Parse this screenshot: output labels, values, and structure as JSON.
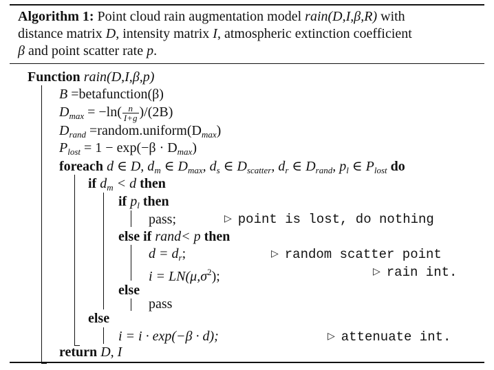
{
  "caption": {
    "label": "Algorithm 1:",
    "text_pre": "Point cloud rain augmentation model ",
    "sig": "rain(D,I,β,R)",
    "text_post": " with distance matrix ",
    "line2_a": "distance matrix ",
    "D": "D",
    "line2_b": ", intensity matrix ",
    "I": "I",
    "line2_c": ", atmospheric extinction coefficient",
    "beta": "β",
    "line3_a": " and point scatter rate ",
    "p": "p",
    "line3_b": ".",
    "line1_tail": " with"
  },
  "algorithm": {
    "function_kw": "Function",
    "function_sig": "rain(D,I,β,p)",
    "B_lhs": "B",
    "B_rhs": " =betafunction(β)",
    "dmax_lhs": "D",
    "dmax_sub": "max",
    "dmax_rhs_a": " = −ln(",
    "dmax_frac_num": "n",
    "dmax_frac_den": "I+g",
    "dmax_rhs_b": ")/(2B)",
    "drand_lhs": "D",
    "drand_sub": "rand",
    "drand_rhs": " =random.uniform(D",
    "drand_rhs_sub": "max",
    "drand_rhs_end": ")",
    "plost_lhs": "P",
    "plost_sub": "lost",
    "plost_rhs": " = 1 − exp(−β · D",
    "plost_rhs_sub": "max",
    "plost_rhs_end": ")",
    "foreach_kw": "foreach",
    "foreach_body": " d ∈ D, d",
    "foreach_m": "m",
    "foreach_b2": " ∈ D",
    "foreach_max": "max",
    "foreach_b3": ", d",
    "foreach_s": "s",
    "foreach_b4": " ∈ D",
    "foreach_scatter": "scatter",
    "foreach_b5": ", d",
    "foreach_r": "r",
    "foreach_b6": " ∈ D",
    "foreach_rand": "rand",
    "foreach_b7": ", p",
    "foreach_l": "l",
    "foreach_b8": " ∈ P",
    "foreach_lost": "lost",
    "do_kw": " do",
    "if1_kw": "if",
    "if1_cond_a": " d",
    "if1_cond_sub": "m",
    "if1_cond_b": " < d ",
    "then_kw": "then",
    "if2_kw": "if",
    "if2_cond_a": " p",
    "if2_cond_sub": "l",
    "if2_then": " then",
    "pass1": "pass;",
    "comment1": "point is lost, do nothing",
    "elseif_kw": "else if",
    "elseif_cond": " rand< p ",
    "elseif_then": "then",
    "assign_d": "d = d",
    "assign_d_sub": "r",
    "assign_d_end": ";",
    "comment2": "random scatter point",
    "assign_i": "i = LN(μ,σ",
    "assign_i_sup": "2",
    "assign_i_end": ");",
    "comment3": "rain int.",
    "else1_kw": "else",
    "pass2": "pass",
    "else2_kw": "else",
    "attenuate": "i = i · exp(−β · d);",
    "comment4": "attenuate int.",
    "return_kw": "return",
    "return_vals": " D, I"
  }
}
